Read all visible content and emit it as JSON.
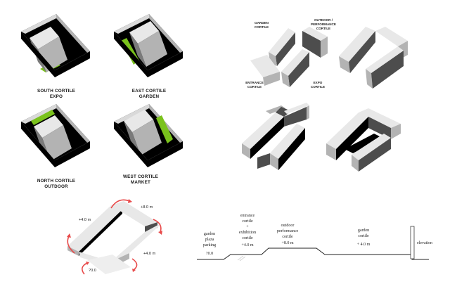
{
  "colors": {
    "background": "#ffffff",
    "block_light": "#e8e8e8",
    "block_mid": "#b3b3b3",
    "block_dark": "#4d4d4d",
    "void_black": "#000000",
    "green_accent": "#7ac21c",
    "arrow_red": "#e84a4a"
  },
  "courtyard_models": [
    {
      "line1": "SOUTH CORTILE",
      "line2": "EXPO"
    },
    {
      "line1": "EAST CORTILE",
      "line2": "GARDEN"
    },
    {
      "line1": "NORTH CORTILE",
      "line2": "OUTDOOR"
    },
    {
      "line1": "WEST CORTILE",
      "line2": "MARKET"
    }
  ],
  "assembly_labels": {
    "garden_l1": "GARDEN",
    "garden_l2": "CORTILE",
    "outdoor_l1": "OUTDOOR /",
    "outdoor_l2": "PERFORMANCE",
    "outdoor_l3": "CORTILE",
    "entrance_l1": "ENTRANCE",
    "entrance_l2": "CORTILE",
    "expo_l1": "EXPO",
    "expo_l2": "CORTILE"
  },
  "circulation": {
    "level_left": "+4.0 m",
    "level_top": "+8.0 m",
    "level_right": "+4.0 m",
    "level_ground": "?0.0",
    "arrow_icon": "curved-arrow-icon"
  },
  "section": {
    "garden_plaza": [
      "garden",
      "plaza",
      "parking",
      "?0.0"
    ],
    "entrance": [
      "entrance",
      "cortile",
      "+",
      "exhibition",
      "cortile",
      "+4.0 m"
    ],
    "outdoor": [
      "outdoor",
      "performance",
      "cortile",
      "+8.0 m"
    ],
    "garden": [
      "garden",
      "cortile",
      "+ 4.0 m"
    ],
    "elevation": "elevation"
  }
}
